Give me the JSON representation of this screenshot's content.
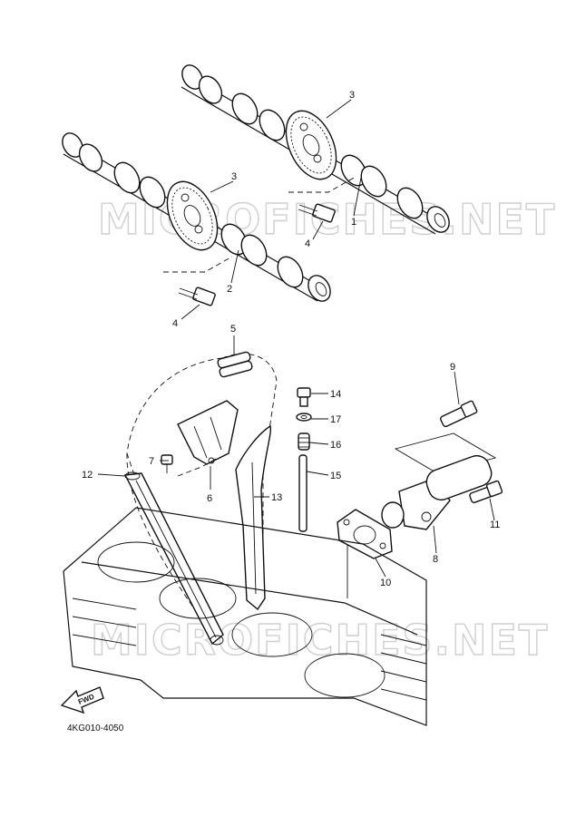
{
  "watermark": {
    "top": "MICROFICHES.NET",
    "bottom": "MICROFICHES.NET"
  },
  "diagram_code": "4KG010-4050",
  "fwd_label": "FWD",
  "callouts": {
    "c1": "1",
    "c2": "2",
    "c3a": "3",
    "c3b": "3",
    "c4a": "4",
    "c4b": "4",
    "c5": "5",
    "c6": "6",
    "c7": "7",
    "c8": "8",
    "c9": "9",
    "c10": "10",
    "c11": "11",
    "c12": "12",
    "c13": "13",
    "c14": "14",
    "c15": "15",
    "c16": "16",
    "c17": "17"
  }
}
